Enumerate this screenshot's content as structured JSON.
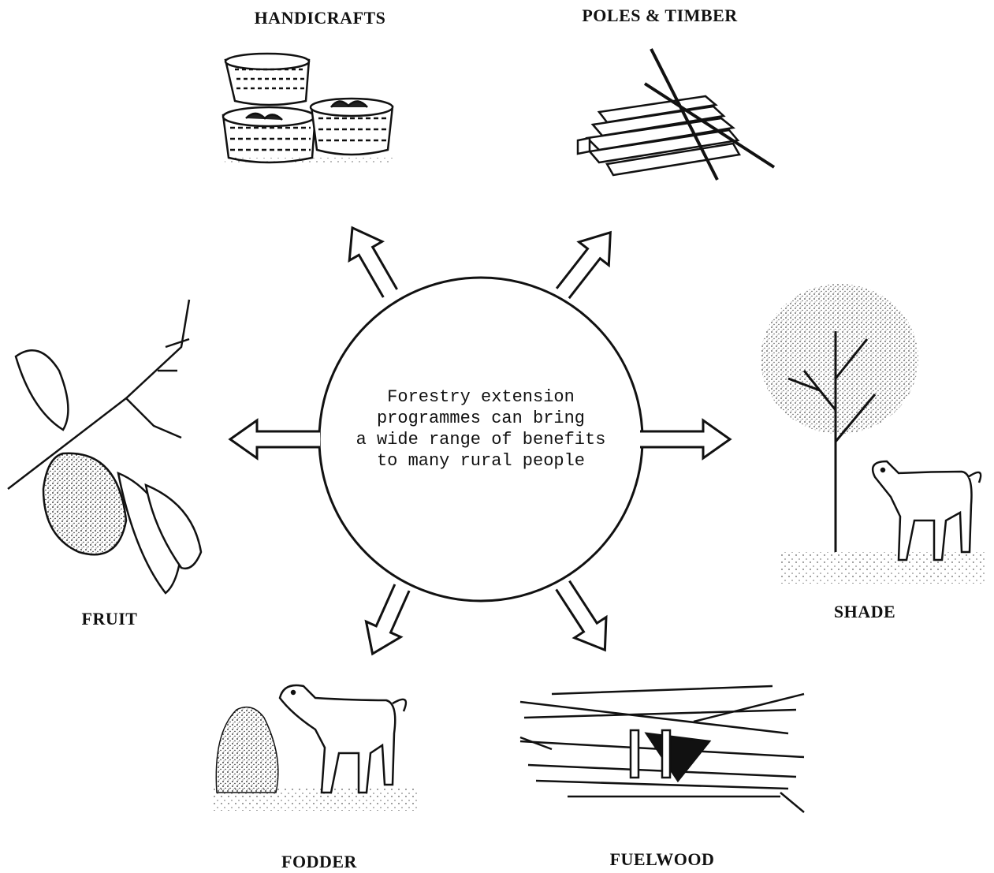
{
  "center": {
    "lines": [
      "Forestry extension",
      "programmes can bring",
      "a wide range of benefits",
      "to many rural people"
    ]
  },
  "benefits": {
    "handicrafts": "HANDICRAFTS",
    "poles_timber": "POLES & TIMBER",
    "shade": "SHADE",
    "fuelwood": "FUELWOOD",
    "fodder": "FODDER",
    "fruit": "FRUIT"
  },
  "colors": {
    "ink": "#111111",
    "paper": "#ffffff"
  }
}
